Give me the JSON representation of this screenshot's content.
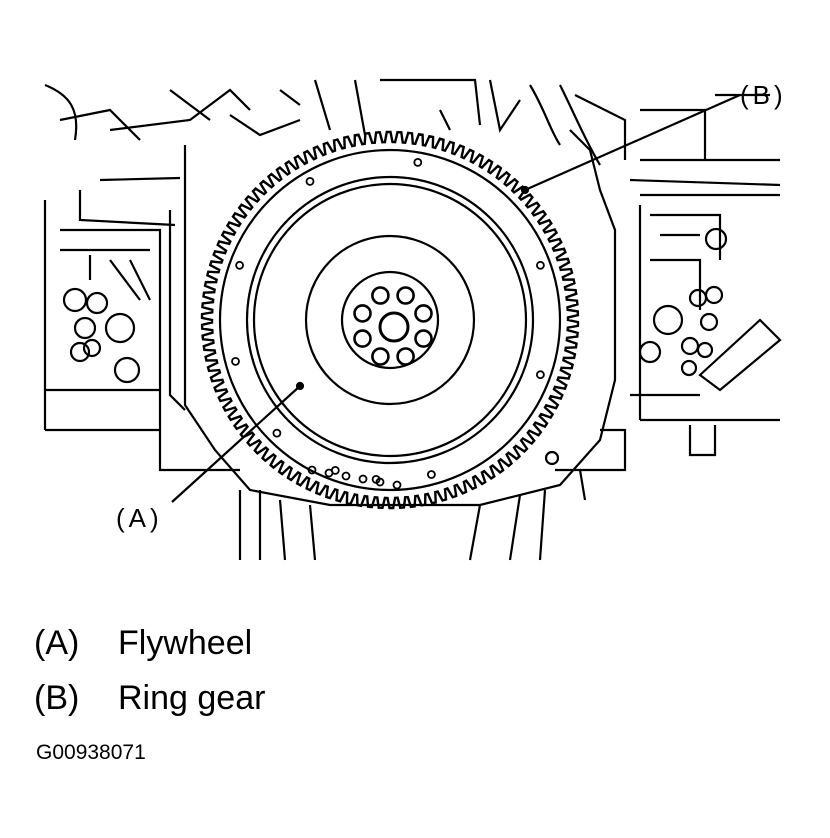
{
  "callouts": {
    "a": "(A)",
    "b": "(B)"
  },
  "legend": [
    {
      "key": "(A)",
      "label": "Flywheel"
    },
    {
      "key": "(B)",
      "label": "Ring gear"
    }
  ],
  "figure_id": "G00938071",
  "colors": {
    "line": "#000000",
    "background": "#ffffff"
  }
}
